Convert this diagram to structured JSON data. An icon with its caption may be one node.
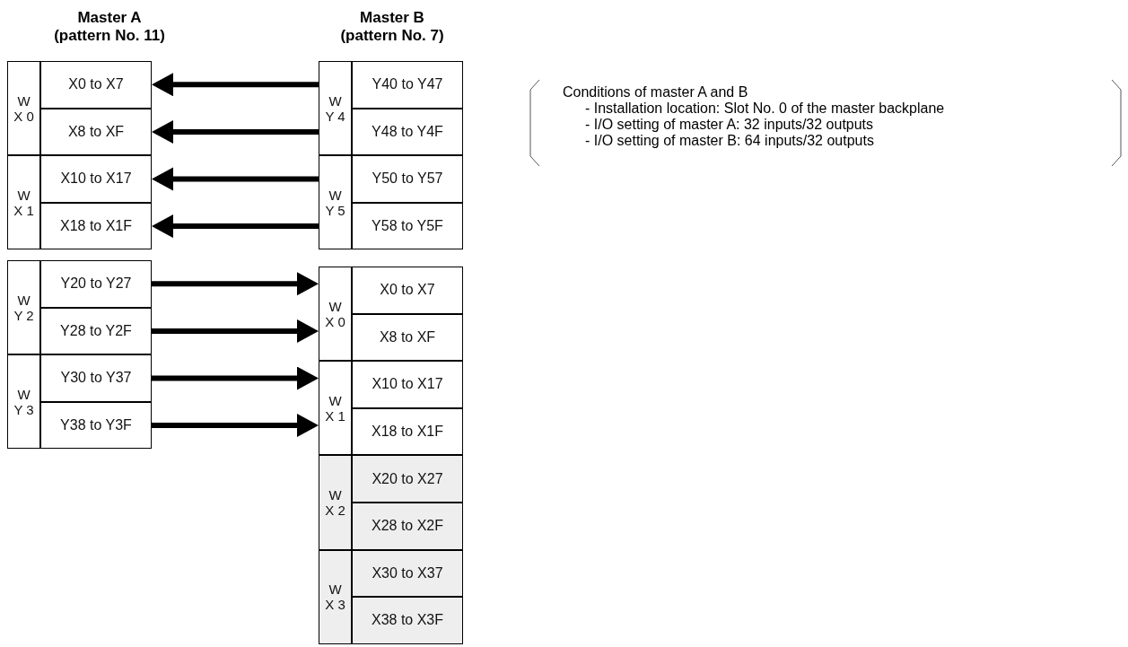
{
  "diagram": {
    "nodes": [
      {
        "text": [
          "W X 0"
        ]
      },
      {
        "text": [
          "X0 to X7"
        ]
      },
      {
        "text": [
          "X8 to XF"
        ]
      },
      {
        "text": [
          "W X 1"
        ]
      },
      {
        "text": [
          "X10 to X17"
        ]
      },
      {
        "text": [
          "X18 to X1F"
        ]
      },
      {
        "text": [
          "W Y 4"
        ]
      },
      {
        "text": [
          "Y40 to Y47"
        ]
      },
      {
        "text": [
          "Y48 to Y4F"
        ]
      },
      {
        "text": [
          "W Y 5"
        ]
      },
      {
        "text": [
          "Y50 to Y57"
        ]
      },
      {
        "text": [
          "Y58 to Y5F"
        ]
      },
      {
        "text": [
          "Conditions of master A and B",
          "- Installation location: Slot No. 0 of the master backplane",
          "- I/O setting of master A: 32 inputs/32 outputs",
          "- I/O setting of master B: 64 inputs/32 outputs"
        ]
      },
      {
        "text": [
          "W Y 2"
        ]
      },
      {
        "text": [
          "Y20 to Y27"
        ]
      },
      {
        "text": [
          "Y28 to Y2F"
        ]
      },
      {
        "text": [
          "W Y 3"
        ]
      },
      {
        "text": [
          "Y30 to Y37"
        ]
      },
      {
        "text": [
          "Y38 to Y3F"
        ]
      },
      {
        "text": [
          "W X 0"
        ]
      },
      {
        "text": [
          "X0 to X7"
        ]
      },
      {
        "text": [
          "X8 to XF"
        ]
      },
      {
        "text": [
          "W X 1"
        ]
      },
      {
        "text": [
          "X10 to X17"
        ]
      },
      {
        "text": [
          "X18 to X1F"
        ]
      },
      {
        "text": [
          "W X 2"
        ]
      },
      {
        "text": [
          "X20 to X27"
        ]
      },
      {
        "text": [
          "X28 to X2F"
        ]
      },
      {
        "text": [
          "W X 3"
        ]
      },
      {
        "text": [
          "X30 to X37"
        ]
      },
      {
        "text": [
          "X38 to X3F"
        ]
      }
    ],
    "edges": [
      {
        "from": 6,
        "to": 1,
        "arrow": "to"
      },
      {
        "from": 6,
        "to": 2,
        "arrow": "to"
      },
      {
        "from": 9,
        "to": 4,
        "arrow": "to"
      },
      {
        "from": 9,
        "to": 5,
        "arrow": "to"
      },
      {
        "from": 14,
        "to": 19,
        "arrow": "to"
      },
      {
        "from": 15,
        "to": 19,
        "arrow": "to"
      },
      {
        "from": 17,
        "to": 22,
        "arrow": "to"
      },
      {
        "from": 18,
        "to": 22,
        "arrow": "to"
      }
    ],
    "labels": [
      "Master A",
      "(pattern No. 11)",
      "Master B",
      "(pattern No. 7)"
    ]
  }
}
